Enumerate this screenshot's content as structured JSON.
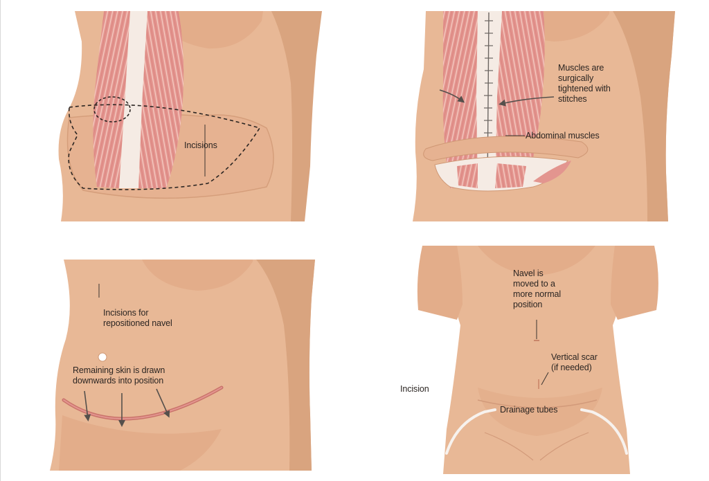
{
  "panels": {
    "top_left": {
      "incisions_label": "Incisions"
    },
    "top_right": {
      "muscles_tightened_label": "Muscles are\nsurgically\ntightened with\nstitches",
      "abdominal_muscles_label": "Abdominal muscles"
    },
    "bottom_left": {
      "incisions_navel_label": "Incisions for\nrepositioned navel",
      "skin_drawn_label": "Remaining skin is drawn\ndownwards into position"
    },
    "bottom_right": {
      "navel_moved_label": "Navel is\nmoved to a\nmore normal\nposition",
      "vertical_scar_label": "Vertical scar\n(if needed)",
      "incision_label": "Incision",
      "drainage_tubes_label": "Drainage tubes"
    }
  },
  "colors": {
    "skin": "#e8b896",
    "skin_shadow": "#d9a47f",
    "muscle": "#e3958f",
    "muscle_stripe": "#f6d2c9",
    "fascia": "#f5ebe4",
    "text": "#2b2522"
  }
}
